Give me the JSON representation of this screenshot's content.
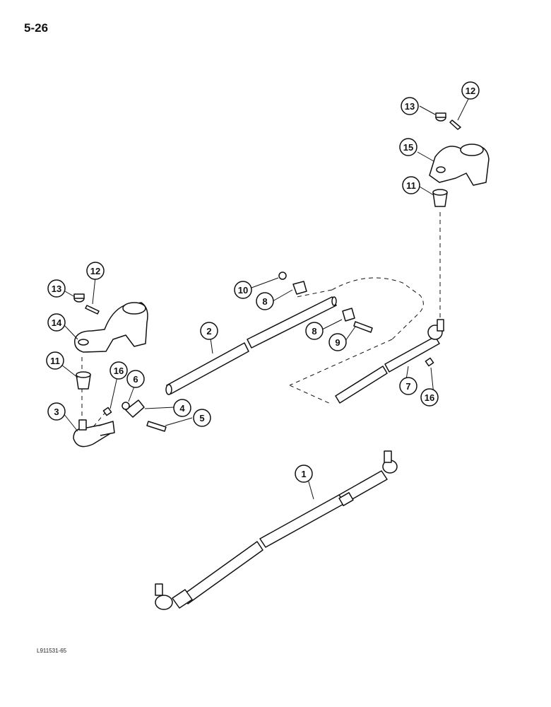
{
  "page": {
    "number": "5-26",
    "reference": "L911531-65"
  },
  "callouts": [
    {
      "label": "1"
    },
    {
      "label": "2"
    },
    {
      "label": "3"
    },
    {
      "label": "4"
    },
    {
      "label": "5"
    },
    {
      "label": "6"
    },
    {
      "label": "7"
    },
    {
      "label": "8"
    },
    {
      "label": "8"
    },
    {
      "label": "9"
    },
    {
      "label": "10"
    },
    {
      "label": "11"
    },
    {
      "label": "11"
    },
    {
      "label": "12"
    },
    {
      "label": "12"
    },
    {
      "label": "13"
    },
    {
      "label": "13"
    },
    {
      "label": "14"
    },
    {
      "label": "15"
    },
    {
      "label": "16"
    },
    {
      "label": "16"
    }
  ]
}
